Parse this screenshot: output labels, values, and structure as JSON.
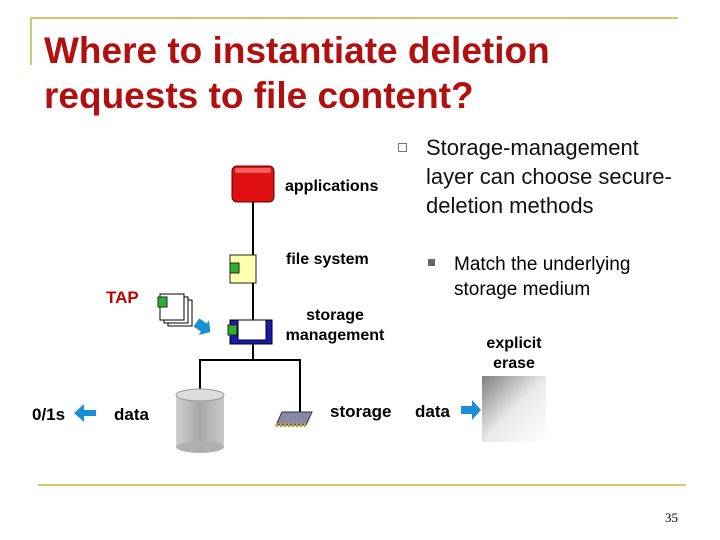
{
  "slide": {
    "title": "Where to instantiate deletion requests to file content?",
    "page_number": "35"
  },
  "bullets": {
    "main": "Storage-management layer can choose secure-deletion methods",
    "sub": "Match the underlying storage medium"
  },
  "diagram": {
    "applications": "applications",
    "file_system": "file system",
    "tap": "TAP",
    "storage_management": "storage management",
    "explicit_erase": "explicit erase",
    "storage": "storage",
    "data_left": "data",
    "data_right": "data",
    "bits": "0/1s"
  },
  "colors": {
    "title": "#b01010",
    "frame": "#d8c46a",
    "app_box": "#e01010",
    "arrow": "#1a8fd8",
    "tap": "#c00000"
  }
}
